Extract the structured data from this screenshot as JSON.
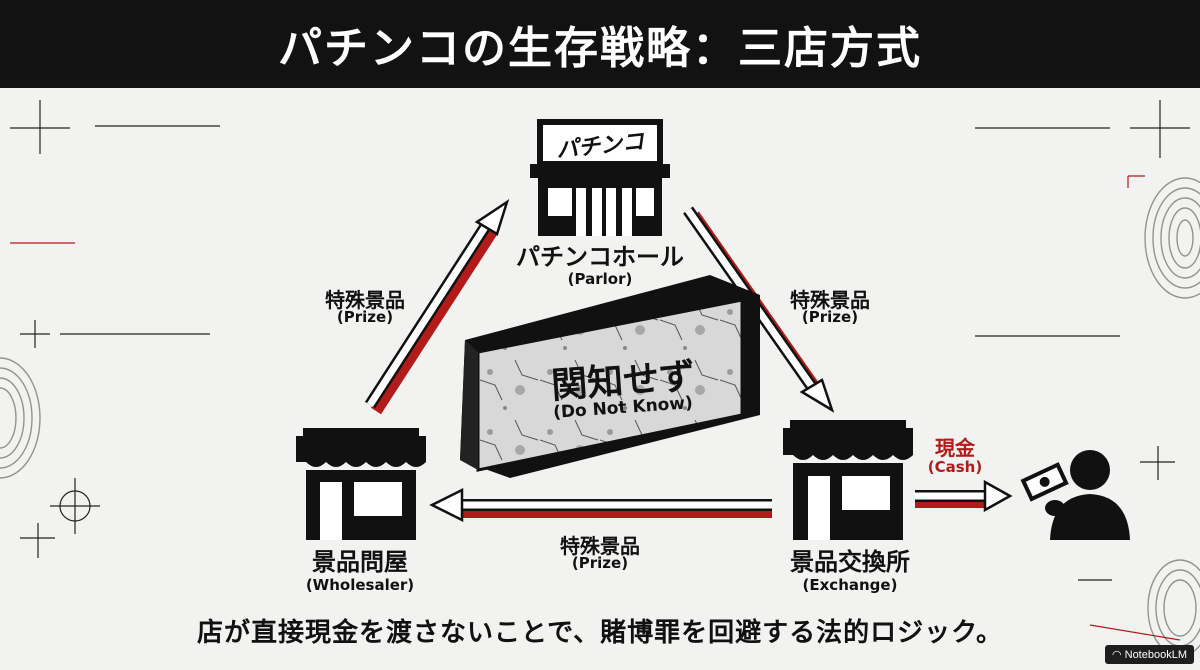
{
  "title": "パチンコの生存戦略：三店方式",
  "nodes": {
    "parlor": {
      "label": "パチンコホール",
      "sub": "(Parlor)",
      "sign_text": "パチンコ"
    },
    "exchange": {
      "label": "景品交換所",
      "sub": "(Exchange)"
    },
    "wholesaler": {
      "label": "景品問屋",
      "sub": "(Wholesaler)"
    }
  },
  "edges": {
    "wholesaler_to_parlor": {
      "label": "特殊景品",
      "sub": "(Prize)"
    },
    "parlor_to_exchange": {
      "label": "特殊景品",
      "sub": "(Prize)"
    },
    "exchange_to_wholesaler": {
      "label": "特殊景品",
      "sub": "(Prize)"
    },
    "exchange_to_customer": {
      "label": "現金",
      "sub": "(Cash)"
    }
  },
  "wall": {
    "label": "関知せず",
    "sub": "(Do Not Know)"
  },
  "caption": "店が直接現金を渡さないことで、賭博罪を回避する法的ロジック。",
  "badge": "NotebookLM",
  "colors": {
    "accent": "#b31b1b",
    "dark": "#121212",
    "background": "#f2f2f0"
  }
}
